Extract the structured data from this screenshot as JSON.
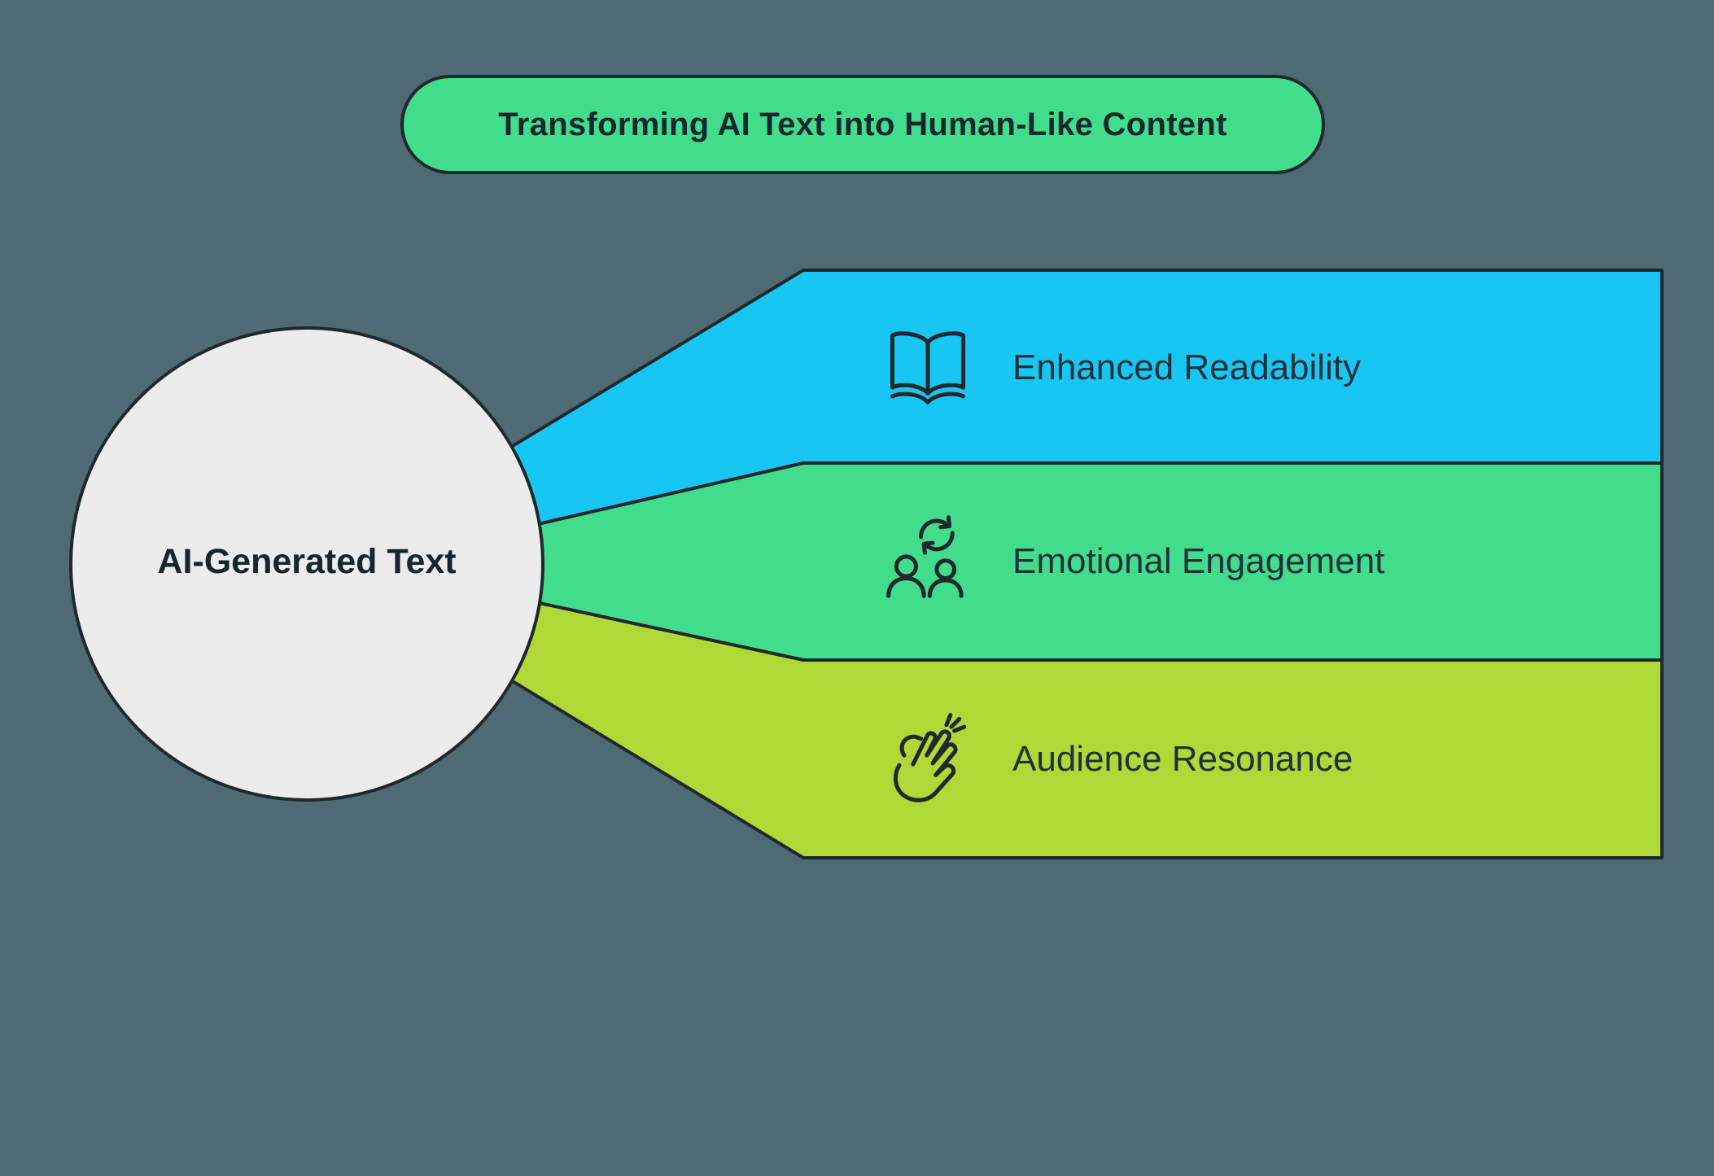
{
  "title": "Transforming AI Text into Human-Like Content",
  "source": {
    "label": "AI-Generated Text"
  },
  "branches": [
    {
      "label": "Enhanced Readability",
      "icon": "open-book-icon",
      "color": "#18c6f4"
    },
    {
      "label": "Emotional Engagement",
      "icon": "community-icon",
      "color": "#41dd8d"
    },
    {
      "label": "Audience Resonance",
      "icon": "clapping-hands-icon",
      "color": "#aed936"
    }
  ],
  "colors": {
    "background": "#4f6a73",
    "title_bg": "#41dd8d",
    "circle_bg": "#ececec",
    "outline": "#1f282c",
    "text_dark": "#16262e"
  }
}
